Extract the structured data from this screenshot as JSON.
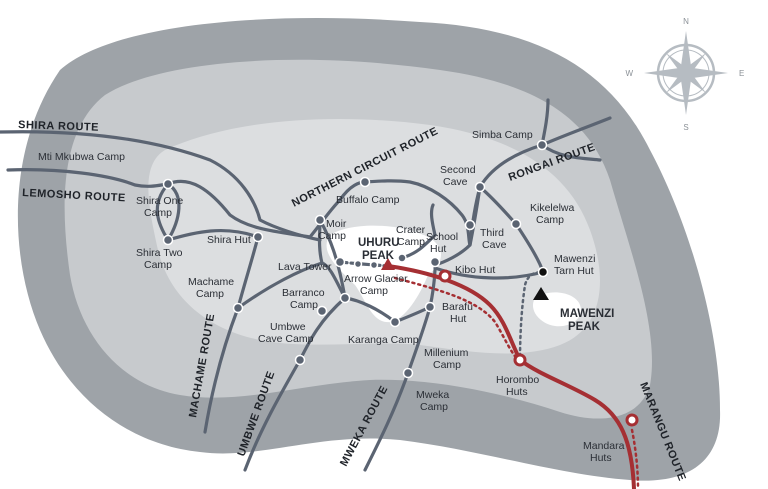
{
  "colors": {
    "outer_zone": "#9ea3a8",
    "middle_zone": "#c7cacd",
    "inner_zone": "#dcdee0",
    "summit_zone": "#ffffff",
    "route_line": "#5b6472",
    "marangu_route": "#a52f33",
    "compass": "#b6bcc2"
  },
  "compass": {
    "n": "N",
    "s": "S",
    "e": "E",
    "w": "W"
  },
  "routes": {
    "shira": "SHIRA ROUTE",
    "lemosho": "LEMOSHO ROUTE",
    "northern_circuit": "NORTHERN CIRCUIT ROUTE",
    "rongai": "RONGAI ROUTE",
    "machame": "MACHAME ROUTE",
    "umbwe": "UMBWE ROUTE",
    "mweka": "MWEKA ROUTE",
    "marangu": "MARANGU ROUTE"
  },
  "peaks": {
    "uhuru": [
      "UHURU",
      "PEAK"
    ],
    "mawenzi": [
      "MAWENZI",
      "PEAK"
    ]
  },
  "camps": {
    "mti_mkubwa": [
      "Mti Mkubwa Camp"
    ],
    "shira_one": [
      "Shira One",
      "Camp"
    ],
    "shira_two": [
      "Shira Two",
      "Camp"
    ],
    "shira_hut": [
      "Shira Hut"
    ],
    "machame": [
      "Machame",
      "Camp"
    ],
    "lava_tower": [
      "Lava Tower"
    ],
    "moir": [
      "Moir",
      "Camp"
    ],
    "buffalo": [
      "Buffalo Camp"
    ],
    "crater": [
      "Crater",
      "Camp"
    ],
    "school_hut": [
      "School",
      "Hut"
    ],
    "second_cave": [
      "Second",
      "Cave"
    ],
    "simba": [
      "Simba Camp"
    ],
    "third_cave": [
      "Third",
      "Cave"
    ],
    "kikelelwa": [
      "Kikelelwa",
      "Camp"
    ],
    "mawenzi_tarn": [
      "Mawenzi",
      "Tarn Hut"
    ],
    "kibo_hut": [
      "Kibo Hut"
    ],
    "arrow_glacier": [
      "Arrow Glacier",
      "Camp"
    ],
    "barranco": [
      "Barranco",
      "Camp"
    ],
    "umbwe_cave": [
      "Umbwe",
      "Cave Camp"
    ],
    "karanga": [
      "Karanga Camp"
    ],
    "barafu": [
      "Barafu",
      "Hut"
    ],
    "millenium": [
      "Millenium",
      "Camp"
    ],
    "horombo": [
      "Horombo",
      "Huts"
    ],
    "mweka": [
      "Mweka",
      "Camp"
    ],
    "mandara": [
      "Mandara",
      "Huts"
    ]
  }
}
